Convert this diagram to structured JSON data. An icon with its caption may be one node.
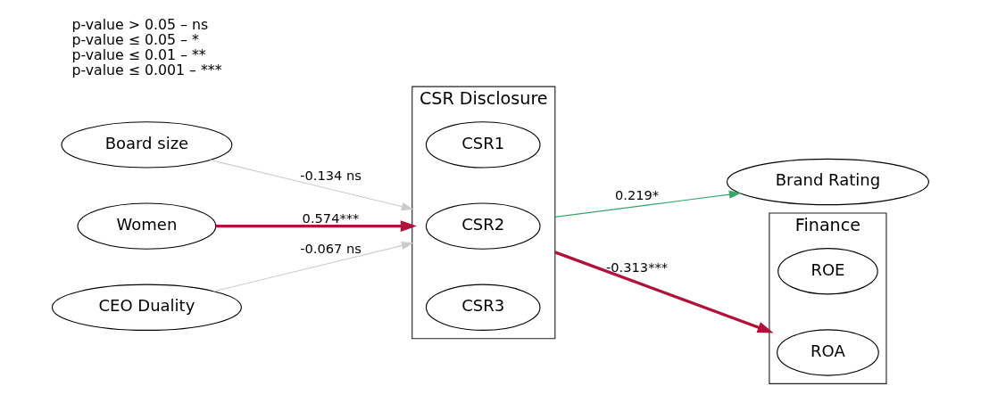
{
  "diagram": {
    "nodes": [
      {
        "text": [
          "Board size"
        ]
      },
      {
        "text": [
          "Women"
        ]
      },
      {
        "text": [
          "CEO Duality"
        ]
      },
      {
        "text": [
          "CSR Disclosure"
        ]
      },
      {
        "text": [
          "CSR1"
        ],
        "in": 3
      },
      {
        "text": [
          "CSR2"
        ],
        "in": 3
      },
      {
        "text": [
          "CSR3"
        ],
        "in": 3
      },
      {
        "text": [
          "Brand Rating"
        ]
      },
      {
        "text": [
          "Finance"
        ]
      },
      {
        "text": [
          "ROE"
        ],
        "in": 8
      },
      {
        "text": [
          "ROA"
        ],
        "in": 8
      }
    ],
    "edges": [
      {
        "from": 0,
        "to": 3,
        "arrow": "to",
        "label": "-0.134 ns",
        "color": "#cccccc"
      },
      {
        "from": 1,
        "to": 3,
        "arrow": "to",
        "label": "0.574***",
        "style": "thick",
        "color": "#b0123a"
      },
      {
        "from": 2,
        "to": 3,
        "arrow": "to",
        "label": "-0.067 ns",
        "color": "#cccccc"
      },
      {
        "from": 3,
        "to": 7,
        "arrow": "to",
        "label": "0.219*",
        "color": "#3aa56a"
      },
      {
        "from": 3,
        "to": 8,
        "arrow": "to",
        "label": "-0.313***",
        "style": "thick",
        "color": "#b0123a"
      }
    ],
    "labels": [
      "p-value > 0.05 – ns",
      "p-value ≤ 0.05 – *",
      "p-value ≤ 0.01 – **",
      "p-value ≤ 0.001 – ***"
    ]
  }
}
